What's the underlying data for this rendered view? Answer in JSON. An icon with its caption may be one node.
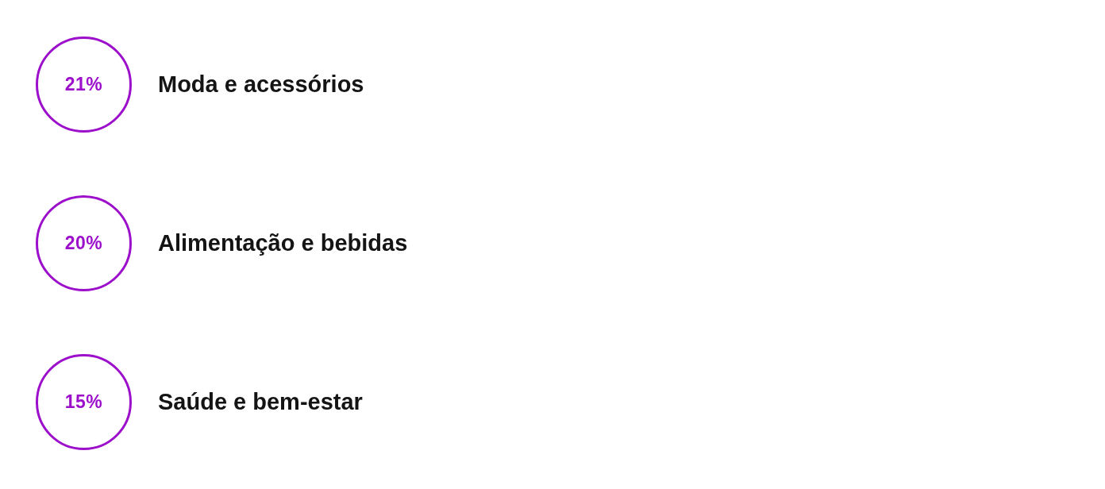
{
  "diagram": {
    "nodes": [
      {
        "text": [
          "21%"
        ],
        "beside": [
          "Moda e acessórios"
        ]
      },
      {
        "text": [
          "20%"
        ],
        "beside": [
          "Alimentação e bebidas"
        ]
      },
      {
        "text": [
          "15%"
        ],
        "beside": [
          "Saúde e bem-estar"
        ]
      }
    ]
  }
}
